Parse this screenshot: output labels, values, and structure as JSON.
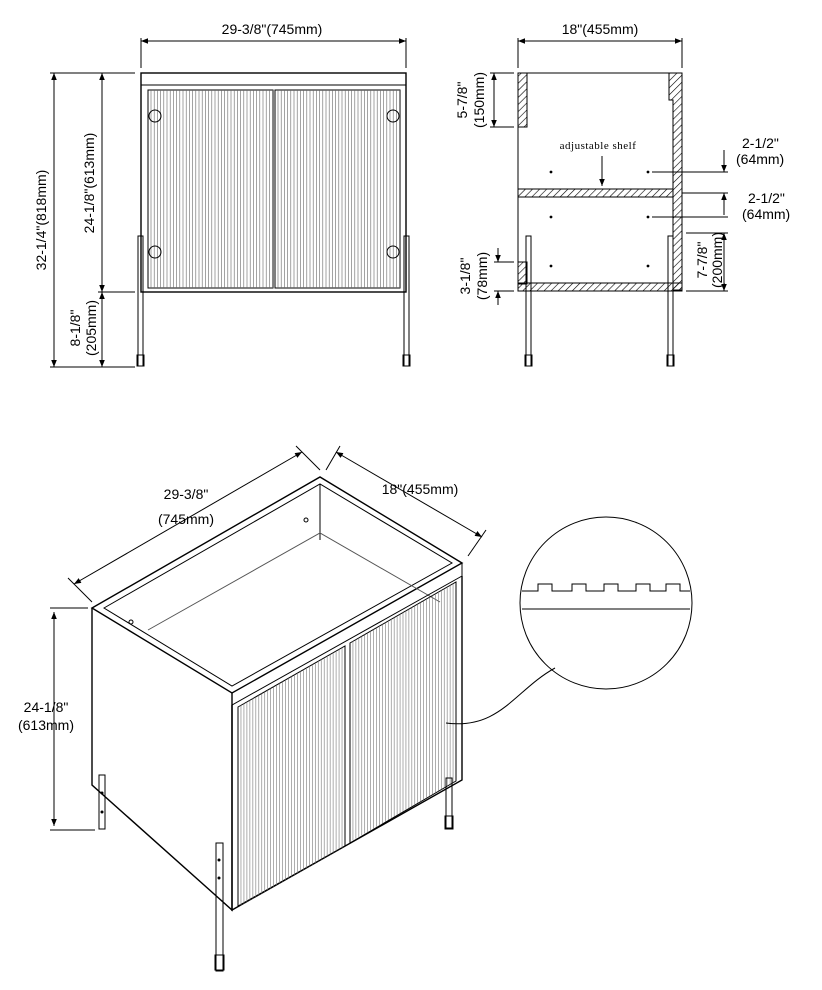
{
  "front_view": {
    "width": "29-3/8\"(745mm)",
    "total_height": "32-1/4\"(818mm)",
    "cabinet_height": "24-1/8\"(613mm)",
    "leg_height_in": "8-1/8\"",
    "leg_height_mm": "(205mm)"
  },
  "side_view": {
    "depth": "18\"(455mm)",
    "top_rail_in": "5-7/8\"",
    "top_rail_mm": "(150mm)",
    "shelf_label": "adjustable shelf",
    "hole_spacing_1_in": "2-1/2\"",
    "hole_spacing_1_mm": "(64mm)",
    "hole_spacing_2_in": "2-1/2\"",
    "hole_spacing_2_mm": "(64mm)",
    "bottom_rail_in": "3-1/8\"",
    "bottom_rail_mm": "(78mm)",
    "lower_hole_height_in": "7-7/8\"",
    "lower_hole_height_mm": "(200mm)"
  },
  "iso_view": {
    "width_in": "29-3/8\"",
    "width_mm": "(745mm)",
    "depth": "18\"(455mm)",
    "height_in": "24-1/8\"",
    "height_mm": "(613mm)"
  }
}
